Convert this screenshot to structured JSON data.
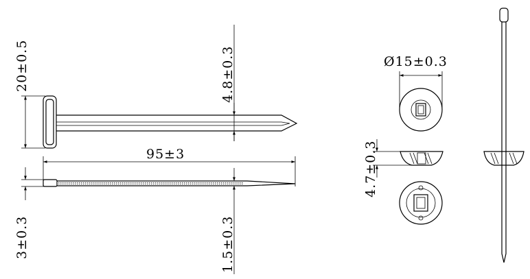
{
  "dimensions": {
    "head_height": "20±0.5",
    "head_thickness": "4.8±0.3",
    "total_length": "95±3",
    "head_width": "3±0.3",
    "strap_width": "1.5±0.3",
    "lock_diameter": "Ø15±0.3",
    "lock_height": "4.7±0.3"
  }
}
